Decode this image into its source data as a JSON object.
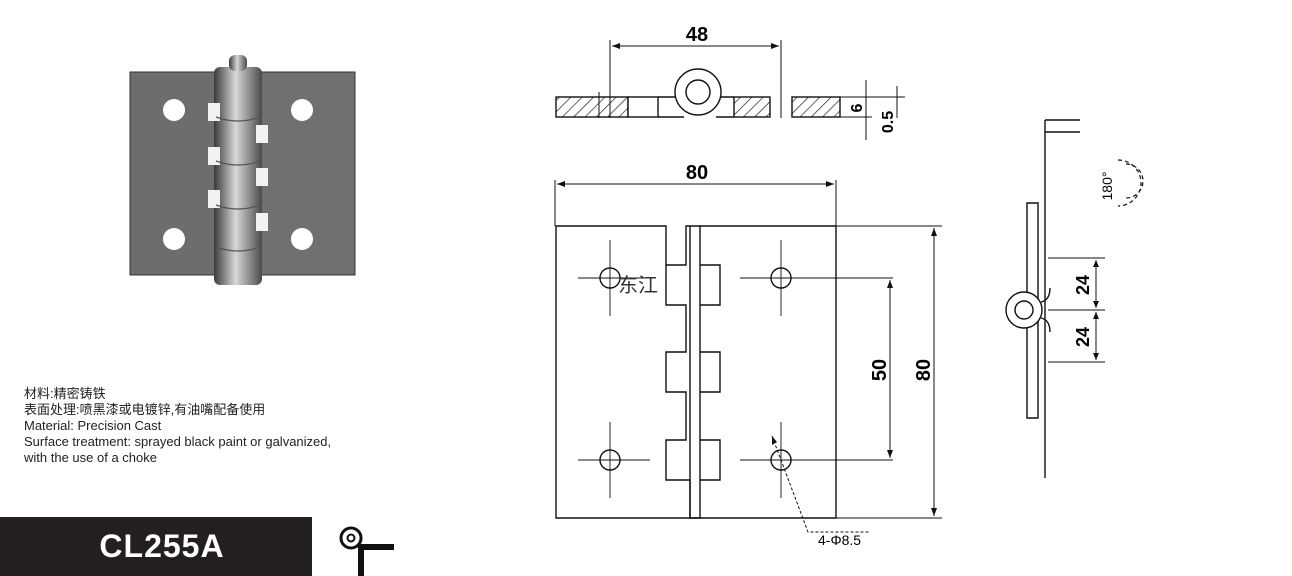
{
  "spec": {
    "material_cn": "材料:精密铸铁",
    "surface_cn": "表面处理:喷黑漆或电镀锌,有油嘴配备使用",
    "material_en": "Material: Precision Cast",
    "surface_en": "Surface treatment: sprayed black paint or galvanized,",
    "surface_en_2": "with the use of a choke"
  },
  "model": "CL255A",
  "dims": {
    "top_width": "48",
    "thickness": "6",
    "clearance": "0.5",
    "width": "80",
    "hole_spacing": "50",
    "height": "80",
    "half_upper": "24",
    "half_lower": "24",
    "holes": "4-Φ8.5",
    "angle": "180°"
  },
  "watermark": "东江"
}
